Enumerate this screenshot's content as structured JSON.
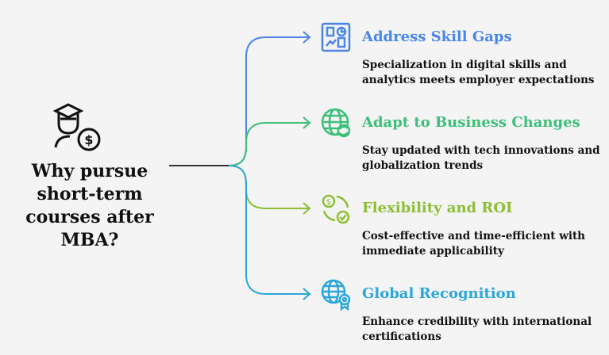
{
  "main": {
    "title": "Why pursue short-term courses after MBA?",
    "icon": "graduate-money-icon"
  },
  "items": [
    {
      "title": "Address Skill Gaps",
      "desc": "Specialization in digital skills and analytics meets employer expectations",
      "color": "#4a86e8",
      "icon": "dashboard-icon"
    },
    {
      "title": "Adapt to Business Changes",
      "desc": "Stay updated with tech innovations and globalization trends",
      "color": "#3cbf78",
      "icon": "globe-refresh-icon"
    },
    {
      "title": "Flexibility and ROI",
      "desc": "Cost-effective and time-efficient with immediate applicability",
      "color": "#8cbf35",
      "icon": "money-cycle-check-icon"
    },
    {
      "title": "Global Recognition",
      "desc": "Enhance credibility with international certifications",
      "color": "#2aa6d9",
      "icon": "globe-certificate-icon"
    }
  ]
}
